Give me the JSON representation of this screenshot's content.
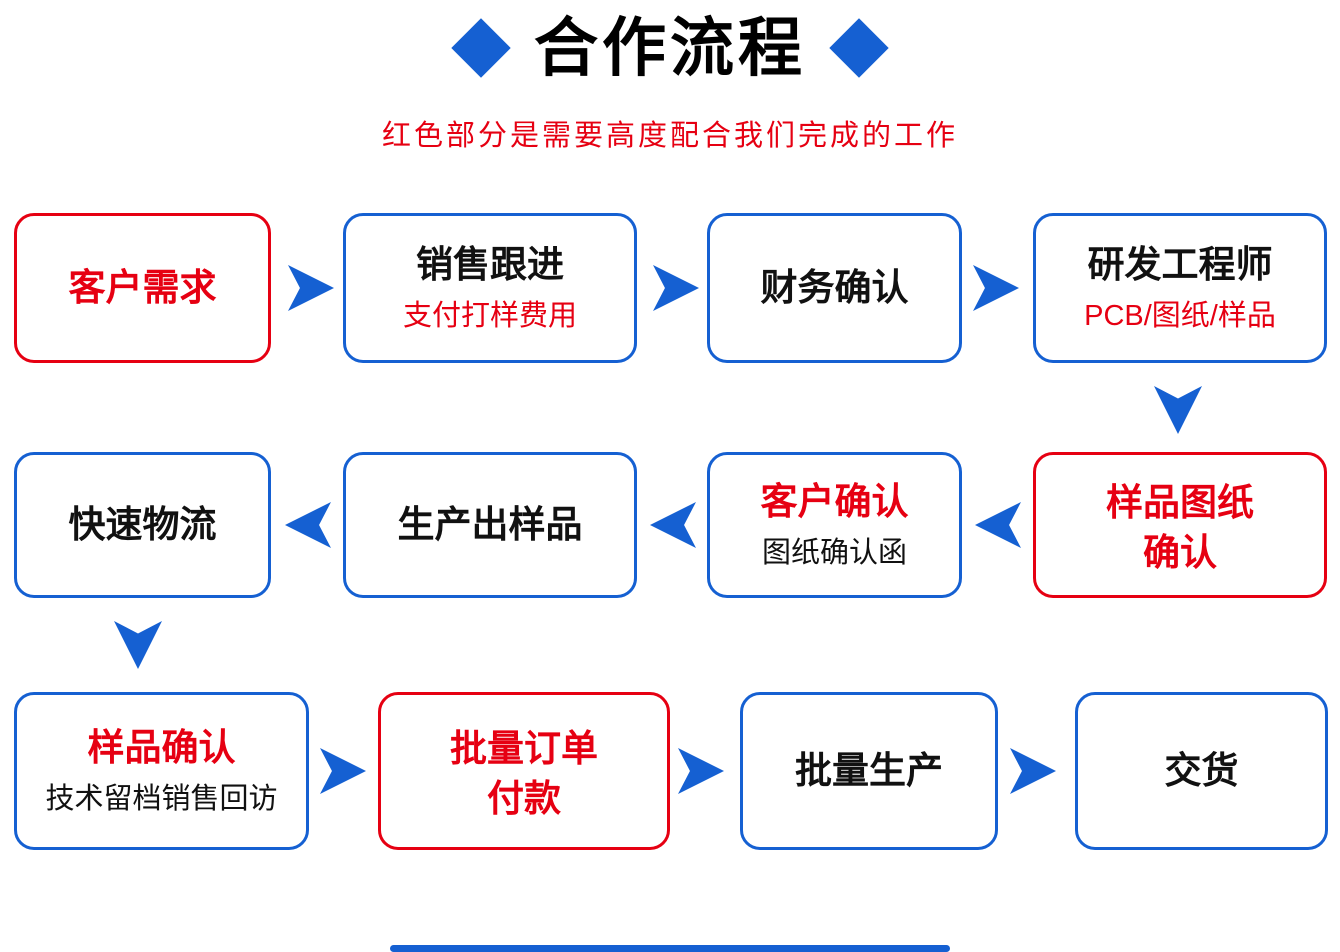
{
  "header": {
    "title": "合作流程",
    "subtitle": "红色部分是需要高度配合我们完成的工作"
  },
  "accent_colors": {
    "blue": "#1560d2",
    "red": "#e60012"
  },
  "nodes": {
    "customer_demand": {
      "title": "客户需求"
    },
    "sales_follow_up": {
      "title": "销售跟进",
      "subtitle": "支付打样费用"
    },
    "finance_confirm": {
      "title": "财务确认"
    },
    "rd_engineer": {
      "title": "研发工程师",
      "subtitle": "PCB/图纸/样品"
    },
    "fast_logistics": {
      "title": "快速物流"
    },
    "produce_sample": {
      "title": "生产出样品"
    },
    "customer_confirm": {
      "title": "客户确认",
      "subtitle": "图纸确认函"
    },
    "sample_drawing_confirm": {
      "title_line1": "样品图纸",
      "title_line2": "确认"
    },
    "sample_confirm": {
      "title": "样品确认",
      "subtitle": "技术留档销售回访"
    },
    "bulk_order_payment": {
      "title_line1": "批量订单",
      "title_line2": "付款"
    },
    "bulk_production": {
      "title": "批量生产"
    },
    "delivery": {
      "title": "交货"
    }
  }
}
